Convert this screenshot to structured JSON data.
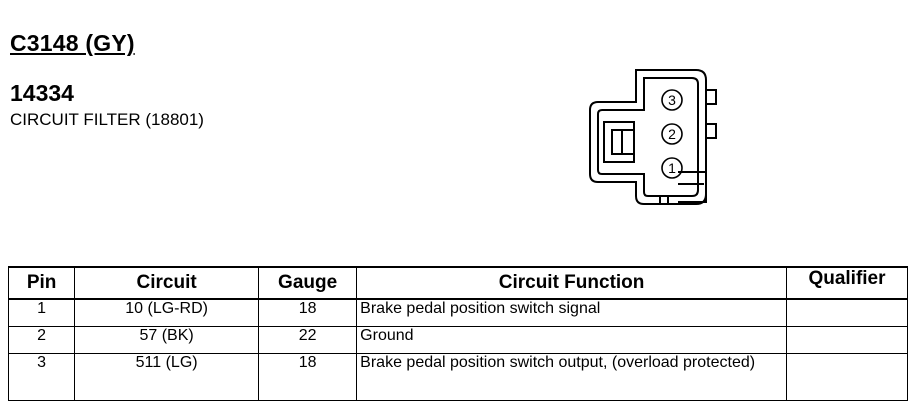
{
  "header": {
    "connector_id": "C3148 (GY)",
    "part_number": "14334",
    "description": "CIRCUIT FILTER (18801)"
  },
  "connector": {
    "pin_labels": [
      "3",
      "2",
      "1"
    ]
  },
  "table": {
    "columns": [
      "Pin",
      "Circuit",
      "Gauge",
      "Circuit Function",
      "Qualifier"
    ],
    "rows": [
      {
        "pin": "1",
        "circuit": "10 (LG-RD)",
        "gauge": "18",
        "function": "Brake pedal position switch signal",
        "qualifier": ""
      },
      {
        "pin": "2",
        "circuit": "57 (BK)",
        "gauge": "22",
        "function": "Ground",
        "qualifier": ""
      },
      {
        "pin": "3",
        "circuit": "511 (LG)",
        "gauge": "18",
        "function": "Brake pedal position switch output, (overload protected)",
        "qualifier": ""
      }
    ]
  }
}
